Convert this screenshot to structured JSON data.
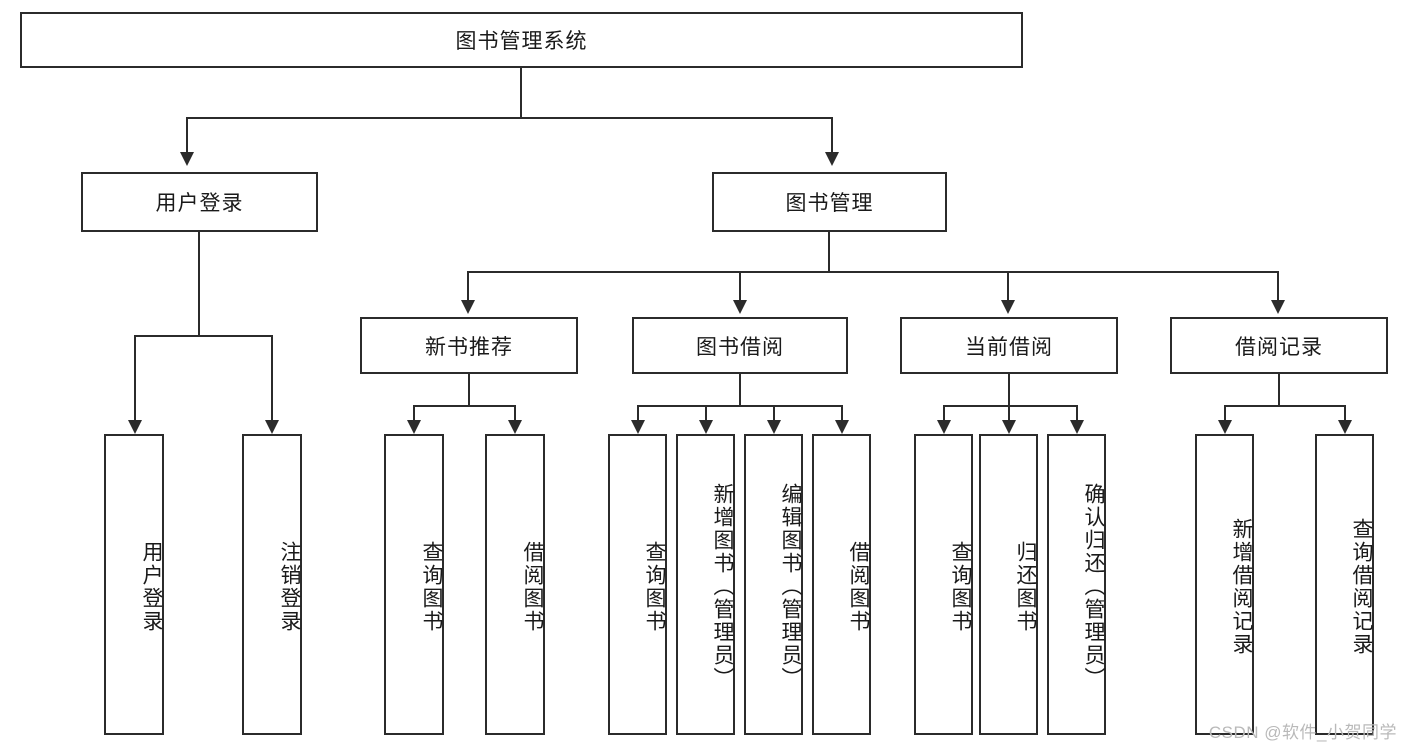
{
  "diagram": {
    "title": "图书管理系统",
    "root": {
      "label": "图书管理系统"
    },
    "level2": [
      {
        "label": "用户登录"
      },
      {
        "label": "图书管理"
      }
    ],
    "level3": [
      {
        "label": "新书推荐"
      },
      {
        "label": "图书借阅"
      },
      {
        "label": "当前借阅"
      },
      {
        "label": "借阅记录"
      }
    ],
    "leaves": {
      "user_login": [
        {
          "label": "用户登录"
        },
        {
          "label": "注销登录"
        }
      ],
      "new_book": [
        {
          "label": "查询图书"
        },
        {
          "label": "借阅图书"
        }
      ],
      "book_borrow": [
        {
          "label": "查询图书"
        },
        {
          "label": "新增图书（管理员）"
        },
        {
          "label": "编辑图书（管理员）"
        },
        {
          "label": "借阅图书"
        }
      ],
      "current_borrow": [
        {
          "label": "查询图书"
        },
        {
          "label": "归还图书"
        },
        {
          "label": "确认归还（管理员）"
        }
      ],
      "borrow_record": [
        {
          "label": "新增借阅记录"
        },
        {
          "label": "查询借阅记录"
        }
      ]
    }
  },
  "watermark": "CSDN @软件_小贺同学",
  "colors": {
    "line": "#2b2b2b",
    "box_fill": "#ffffff",
    "text": "#1a1a1a",
    "watermark": "#b9b9b9"
  }
}
